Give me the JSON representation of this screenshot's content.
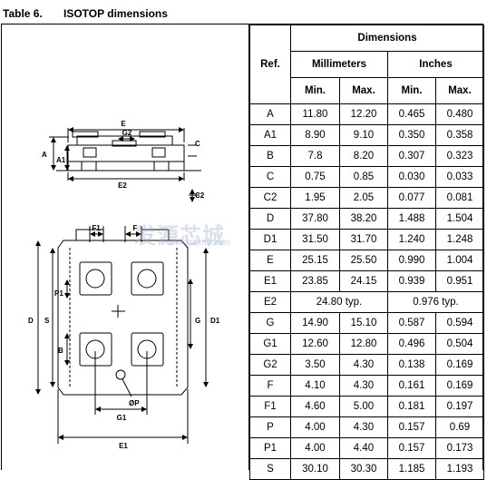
{
  "caption": {
    "table_number": "Table 6.",
    "title": "ISOTOP dimensions"
  },
  "table": {
    "header_ref": "Ref.",
    "header_dimensions": "Dimensions",
    "header_millimeters": "Millimeters",
    "header_inches": "Inches",
    "header_min": "Min.",
    "header_max": "Max.",
    "rows": [
      {
        "ref": "A",
        "mm_min": "11.80",
        "mm_max": "12.20",
        "in_min": "0.465",
        "in_max": "0.480"
      },
      {
        "ref": "A1",
        "mm_min": "8.90",
        "mm_max": "9.10",
        "in_min": "0.350",
        "in_max": "0.358"
      },
      {
        "ref": "B",
        "mm_min": "7.8",
        "mm_max": "8.20",
        "in_min": "0.307",
        "in_max": "0.323"
      },
      {
        "ref": "C",
        "mm_min": "0.75",
        "mm_max": "0.85",
        "in_min": "0.030",
        "in_max": "0.033"
      },
      {
        "ref": "C2",
        "mm_min": "1.95",
        "mm_max": "2.05",
        "in_min": "0.077",
        "in_max": "0.081"
      },
      {
        "ref": "D",
        "mm_min": "37.80",
        "mm_max": "38.20",
        "in_min": "1.488",
        "in_max": "1.504"
      },
      {
        "ref": "D1",
        "mm_min": "31.50",
        "mm_max": "31.70",
        "in_min": "1.240",
        "in_max": "1.248"
      },
      {
        "ref": "E",
        "mm_min": "25.15",
        "mm_max": "25.50",
        "in_min": "0.990",
        "in_max": "1.004"
      },
      {
        "ref": "E1",
        "mm_min": "23.85",
        "mm_max": "24.15",
        "in_min": "0.939",
        "in_max": "0.951"
      },
      {
        "ref": "E2",
        "mm_typ": "24.80 typ.",
        "in_typ": "0.976 typ."
      },
      {
        "ref": "G",
        "mm_min": "14.90",
        "mm_max": "15.10",
        "in_min": "0.587",
        "in_max": "0.594"
      },
      {
        "ref": "G1",
        "mm_min": "12.60",
        "mm_max": "12.80",
        "in_min": "0.496",
        "in_max": "0.504"
      },
      {
        "ref": "G2",
        "mm_min": "3.50",
        "mm_max": "4.30",
        "in_min": "0.138",
        "in_max": "0.169"
      },
      {
        "ref": "F",
        "mm_min": "4.10",
        "mm_max": "4.30",
        "in_min": "0.161",
        "in_max": "0.169"
      },
      {
        "ref": "F1",
        "mm_min": "4.60",
        "mm_max": "5.00",
        "in_min": "0.181",
        "in_max": "0.197"
      },
      {
        "ref": "P",
        "mm_min": "4.00",
        "mm_max": "4.30",
        "in_min": "0.157",
        "in_max": "0.69"
      },
      {
        "ref": "P1",
        "mm_min": "4.00",
        "mm_max": "4.40",
        "in_min": "0.157",
        "in_max": "0.173"
      },
      {
        "ref": "S",
        "mm_min": "30.10",
        "mm_max": "30.30",
        "in_min": "1.185",
        "in_max": "1.193"
      }
    ]
  },
  "drawing": {
    "labels": {
      "E": "E",
      "E1": "E1",
      "E2": "E2",
      "G": "G",
      "G1": "G1",
      "G2": "G2",
      "A": "A",
      "A1": "A1",
      "B": "B",
      "C": "C",
      "C2": "C2",
      "D": "D",
      "D1": "D1",
      "S": "S",
      "F": "F",
      "F1": "F1",
      "P1": "P1",
      "P": "ØP"
    }
  },
  "watermark": {
    "text": "发源芯城",
    "sub": "www.fhqchip.com"
  }
}
